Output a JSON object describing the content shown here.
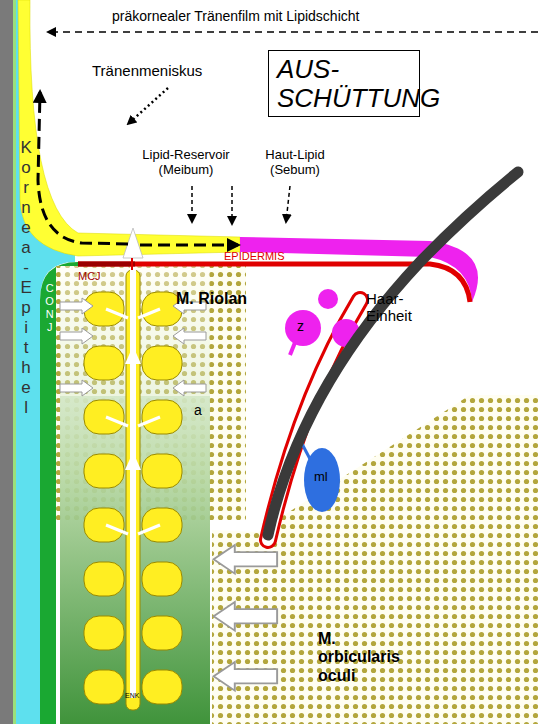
{
  "diagram": {
    "nodes": [
      {
        "text": [
          "AUS-SCHÜTTUNG"
        ]
      }
    ],
    "labels": [
      "präkornealer Tränenfilm mit Lipidschicht",
      "Tränenmeniskus",
      "Lipid-Reservoir (Meibum)",
      "Haut-Lipid (Sebum)",
      "Kornea-Epithel",
      "CONJ",
      "MCJ",
      "EPIDERMIS",
      "Haar-Einheit",
      "z",
      "M. Riolan",
      "ml",
      "a",
      "ENK",
      "M. orbicularis oculi"
    ]
  }
}
